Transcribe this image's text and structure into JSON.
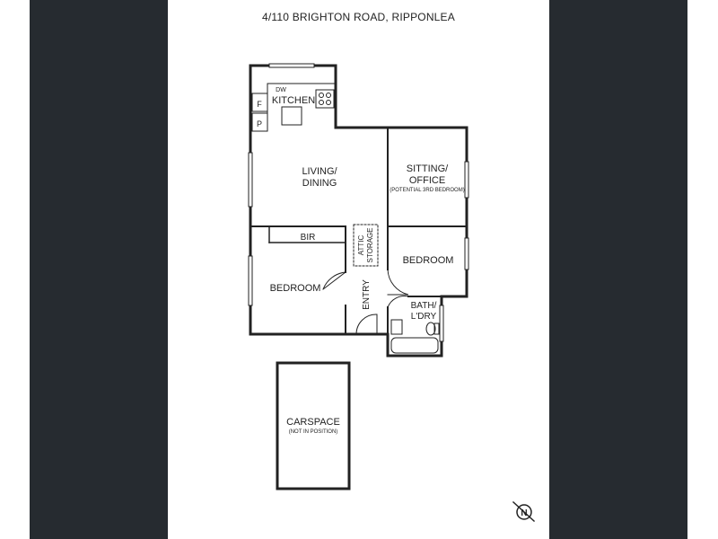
{
  "title": "4/110 BRIGHTON ROAD, RIPPONLEA",
  "rooms": {
    "kitchen": "KITCHEN",
    "dw": "DW",
    "fridge": "F",
    "pantry": "P",
    "living_line1": "LIVING/",
    "living_line2": "DINING",
    "sitting_line1": "SITTING/",
    "sitting_line2": "OFFICE",
    "sitting_note": "(POTENTIAL 3RD BEDROOM)",
    "bir": "BIR",
    "attic_line1": "ATTIC",
    "attic_line2": "STORAGE",
    "bedroom_left": "BEDROOM",
    "bedroom_right": "BEDROOM",
    "entry": "ENTRY",
    "bath_line1": "BATH/",
    "bath_line2": "L'DRY",
    "carspace": "CARSPACE",
    "carspace_note": "(NOT IN POSITION)"
  },
  "compass": {
    "label": "N"
  },
  "colors": {
    "background_band": "#262b30",
    "wall": "#222222",
    "page": "#ffffff"
  }
}
